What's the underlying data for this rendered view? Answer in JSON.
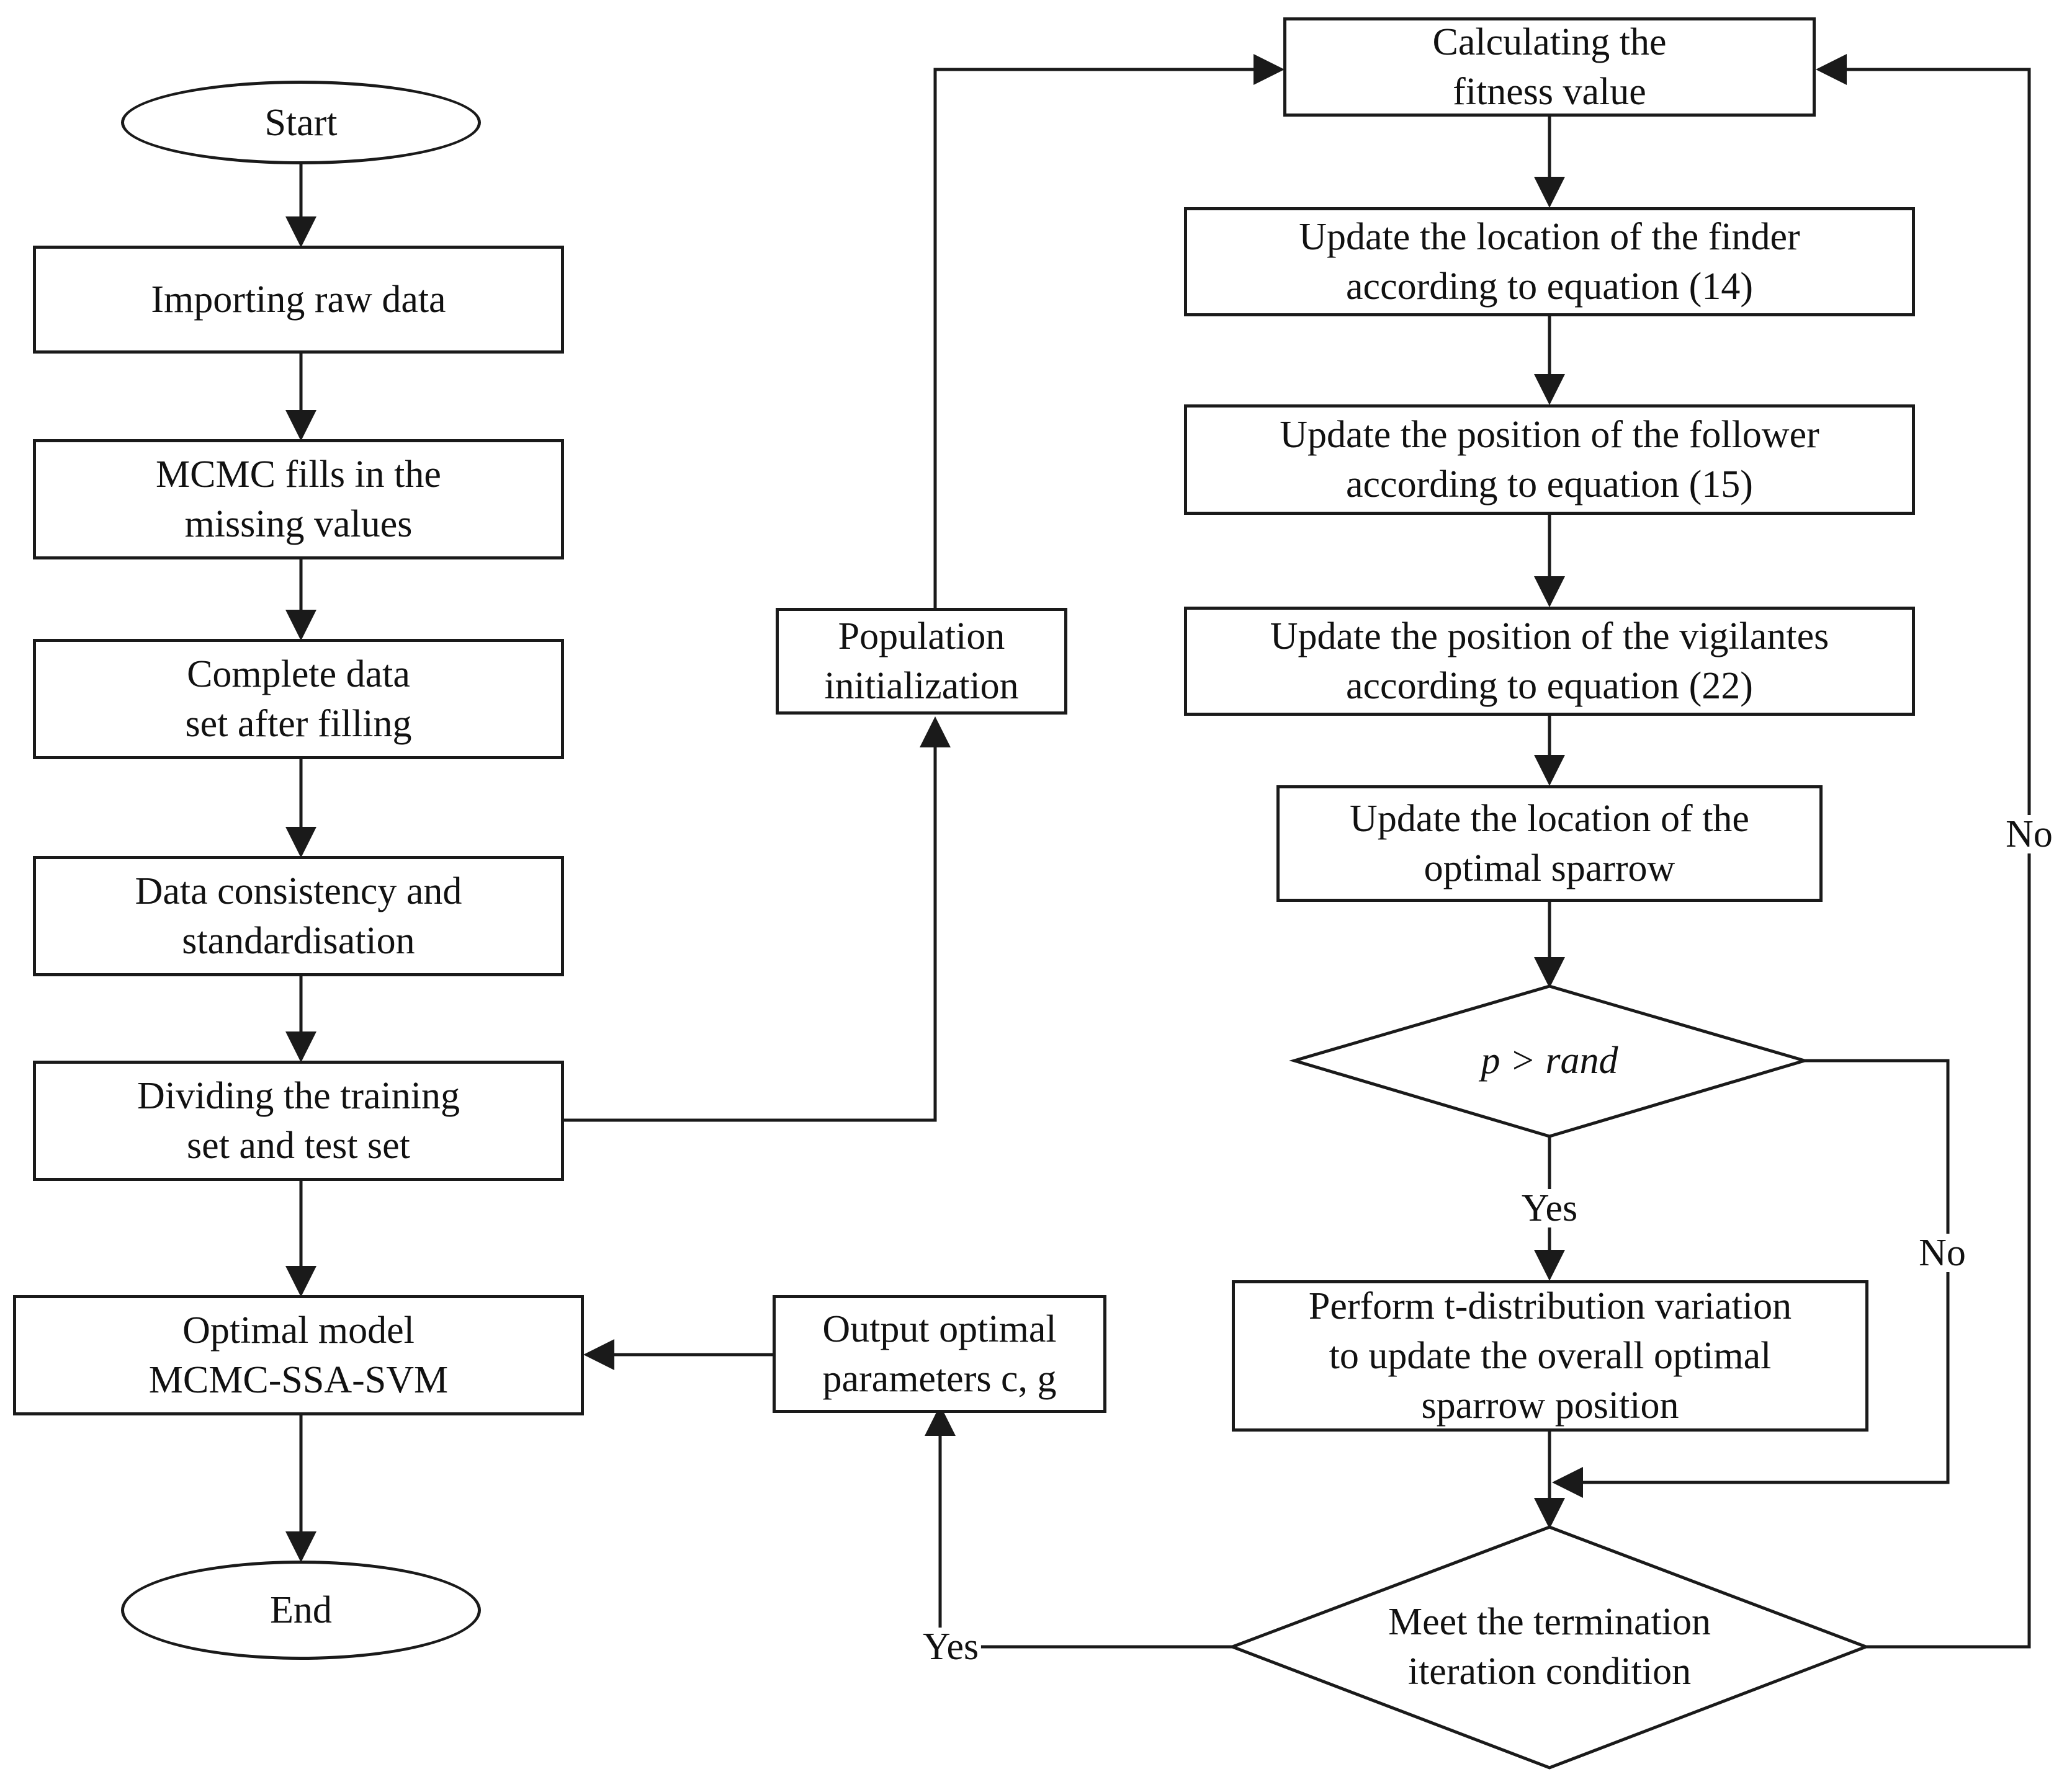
{
  "diagram": {
    "nodes": {
      "start": "Start",
      "import": "Importing raw data",
      "mcmc_fill": "MCMC fills in the\nmissing values",
      "complete": "Complete data\nset after filling",
      "consistency": "Data consistency and\nstandardisation",
      "divide": "Dividing the training\nset and test set",
      "optimal_model": "Optimal model\nMCMC-SSA-SVM",
      "end": "End",
      "population": "Population\ninitialization",
      "output": "Output optimal\nparameters c, g",
      "fitness": "Calculating the\nfitness value",
      "finder": "Update the location of the finder\naccording to equation (14)",
      "follower": "Update the position of the follower\naccording to equation (15)",
      "vigilantes": "Update the position of the vigilantes\naccording to equation (22)",
      "optimal_sparrow": "Update the location of the\noptimal sparrow",
      "decision_rand": "p > rand",
      "tdist": "Perform t-distribution variation\nto update the overall optimal\nsparrow position",
      "termination": "Meet the termination\niteration condition"
    },
    "edge_labels": {
      "rand_yes": "Yes",
      "rand_no": "No",
      "term_yes": "Yes",
      "term_no": "No"
    },
    "line_color": "#1a1a1a"
  }
}
